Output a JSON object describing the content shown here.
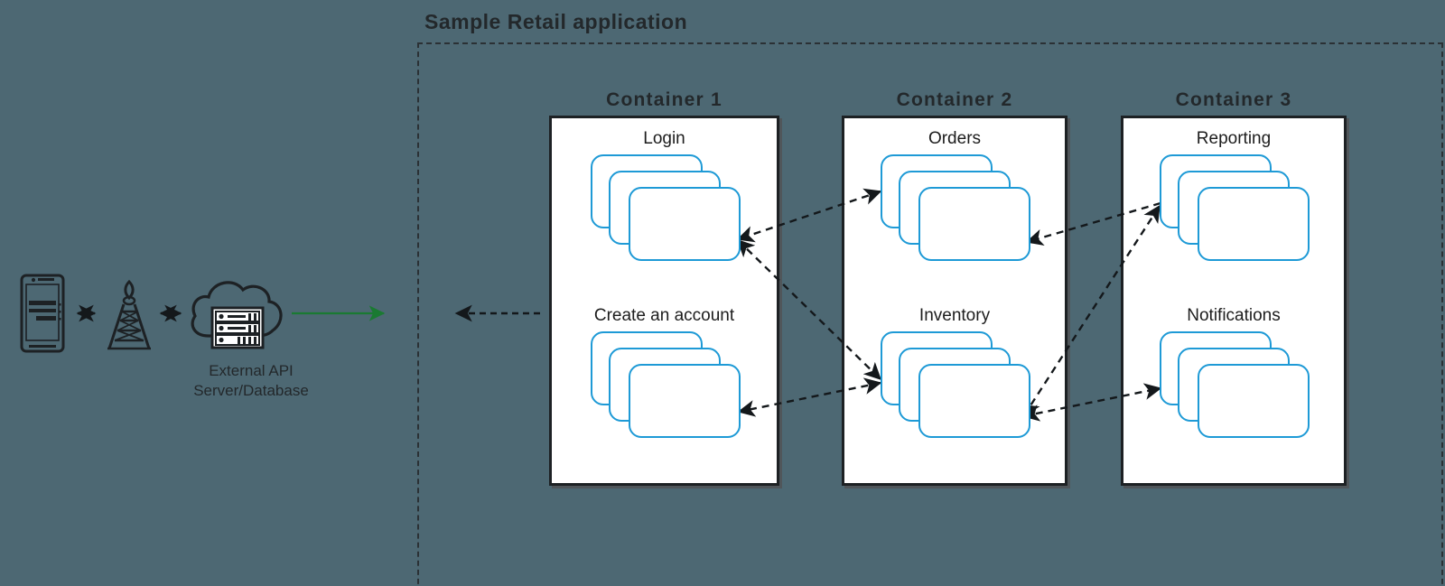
{
  "diagram": {
    "title": "Sample Retail application",
    "background_color": "#4d6873",
    "accent_card_color": "#1e9ad6",
    "border_color": "#1d2124",
    "external_arrow_color": "#1a7a32"
  },
  "client": {
    "phone_icon": "smartphone-icon",
    "tower_icon": "cell-tower-icon",
    "cloud_icon": "cloud-server-icon",
    "label_line1": "External API",
    "label_line2": "Server/Database"
  },
  "containers": [
    {
      "title": "Container 1",
      "services": [
        {
          "label": "Login",
          "card_count": 3
        },
        {
          "label": "Create an account",
          "card_count": 3
        }
      ]
    },
    {
      "title": "Container 2",
      "services": [
        {
          "label": "Orders",
          "card_count": 3
        },
        {
          "label": "Inventory",
          "card_count": 3
        }
      ]
    },
    {
      "title": "Container 3",
      "services": [
        {
          "label": "Reporting",
          "card_count": 3
        },
        {
          "label": "Notifications",
          "card_count": 3
        }
      ]
    }
  ],
  "connections": [
    {
      "from": "cloud-server",
      "to": "cell-tower",
      "style": "dashed",
      "direction": "both"
    },
    {
      "from": "cell-tower",
      "to": "smartphone",
      "style": "dashed",
      "direction": "both"
    },
    {
      "from": "cloud-server",
      "to": "application-boundary",
      "style": "solid",
      "direction": "forward",
      "color": "#1a7a32"
    },
    {
      "from": "application-boundary",
      "to": "left",
      "style": "dashed",
      "direction": "backward"
    },
    {
      "from": "Orders",
      "to": "Login",
      "style": "dashed",
      "direction": "both"
    },
    {
      "from": "Login",
      "to": "Inventory",
      "style": "dashed",
      "direction": "both"
    },
    {
      "from": "Inventory",
      "to": "Create an account",
      "style": "dashed",
      "direction": "both"
    },
    {
      "from": "Reporting",
      "to": "Orders",
      "style": "dashed",
      "direction": "backward"
    },
    {
      "from": "Inventory",
      "to": "Reporting",
      "style": "dashed",
      "direction": "both"
    },
    {
      "from": "Inventory",
      "to": "Notifications",
      "style": "dashed",
      "direction": "forward"
    }
  ]
}
